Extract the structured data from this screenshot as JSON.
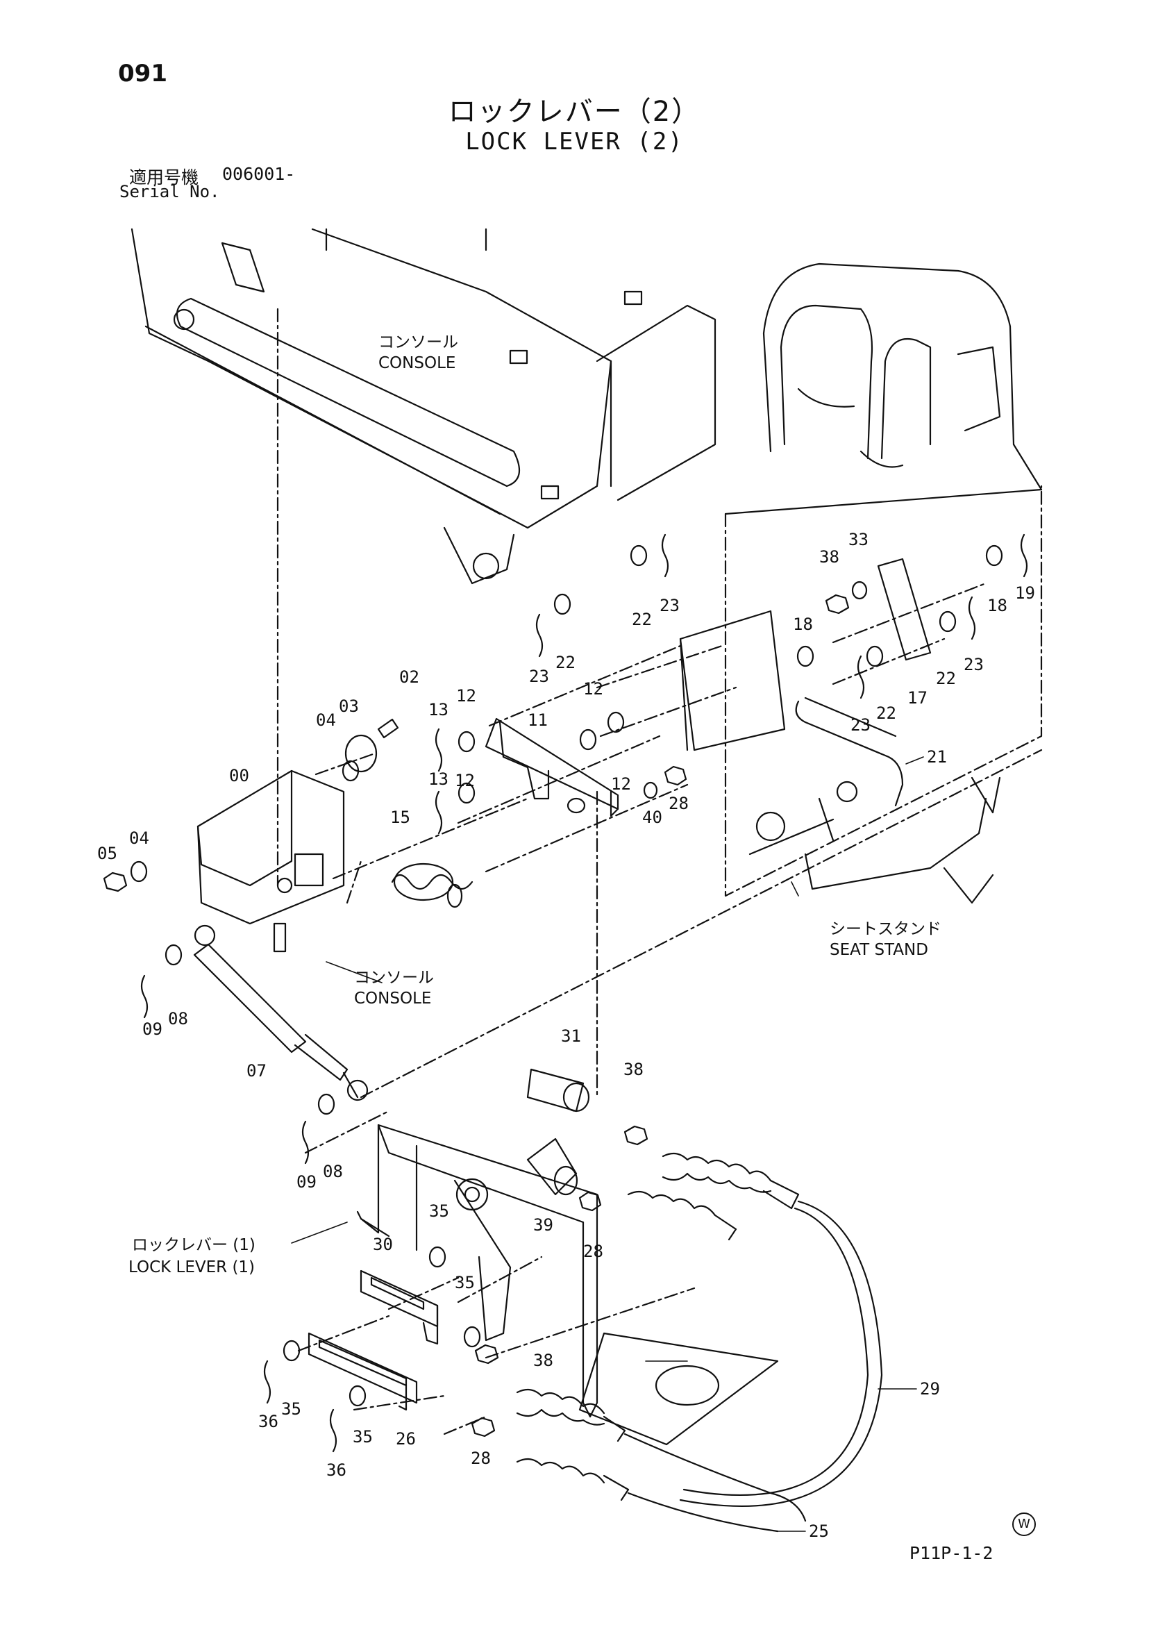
{
  "header": {
    "page_number": "091",
    "title_jp": "ロックレバー（2）",
    "title_en": "LOCK LEVER (2)",
    "serial_label_jp": "適用号機",
    "serial_value": "006001-",
    "serial_label_en": "Serial No."
  },
  "labels": {
    "console_top_jp": "コンソール",
    "console_top_en": "CONSOLE",
    "console_bottom_jp": "コンソール",
    "console_bottom_en": "CONSOLE",
    "seat_stand_jp": "シートスタンド",
    "seat_stand_en": "SEAT STAND",
    "lock_lever_jp": "ロックレバー (1)",
    "lock_lever_en": "LOCK LEVER (1)"
  },
  "part_numbers": {
    "p00": "00",
    "p02": "02",
    "p03": "03",
    "p04a": "04",
    "p04b": "04",
    "p05": "05",
    "p07": "07",
    "p08a": "08",
    "p08b": "08",
    "p09a": "09",
    "p09b": "09",
    "p11": "11",
    "p12a": "12",
    "p12b": "12",
    "p12c": "12",
    "p12d": "12",
    "p13a": "13",
    "p13b": "13",
    "p15": "15",
    "p17": "17",
    "p18a": "18",
    "p18b": "18",
    "p19": "19",
    "p21": "21",
    "p22a": "22",
    "p22b": "22",
    "p22c": "22",
    "p22d": "22",
    "p23a": "23",
    "p23b": "23",
    "p23c": "23",
    "p23d": "23",
    "p25": "25",
    "p26": "26",
    "p28a": "28",
    "p28b": "28",
    "p28c": "28",
    "p29": "29",
    "p30": "30",
    "p31": "31",
    "p33": "33",
    "p35a": "35",
    "p35b": "35",
    "p35c": "35",
    "p35d": "35",
    "p36a": "36",
    "p36b": "36",
    "p38a": "38",
    "p38b": "38",
    "p38c": "38",
    "p39": "39",
    "p40": "40"
  },
  "footer": {
    "figure_code": "P11P-1-2",
    "mark": "W"
  }
}
